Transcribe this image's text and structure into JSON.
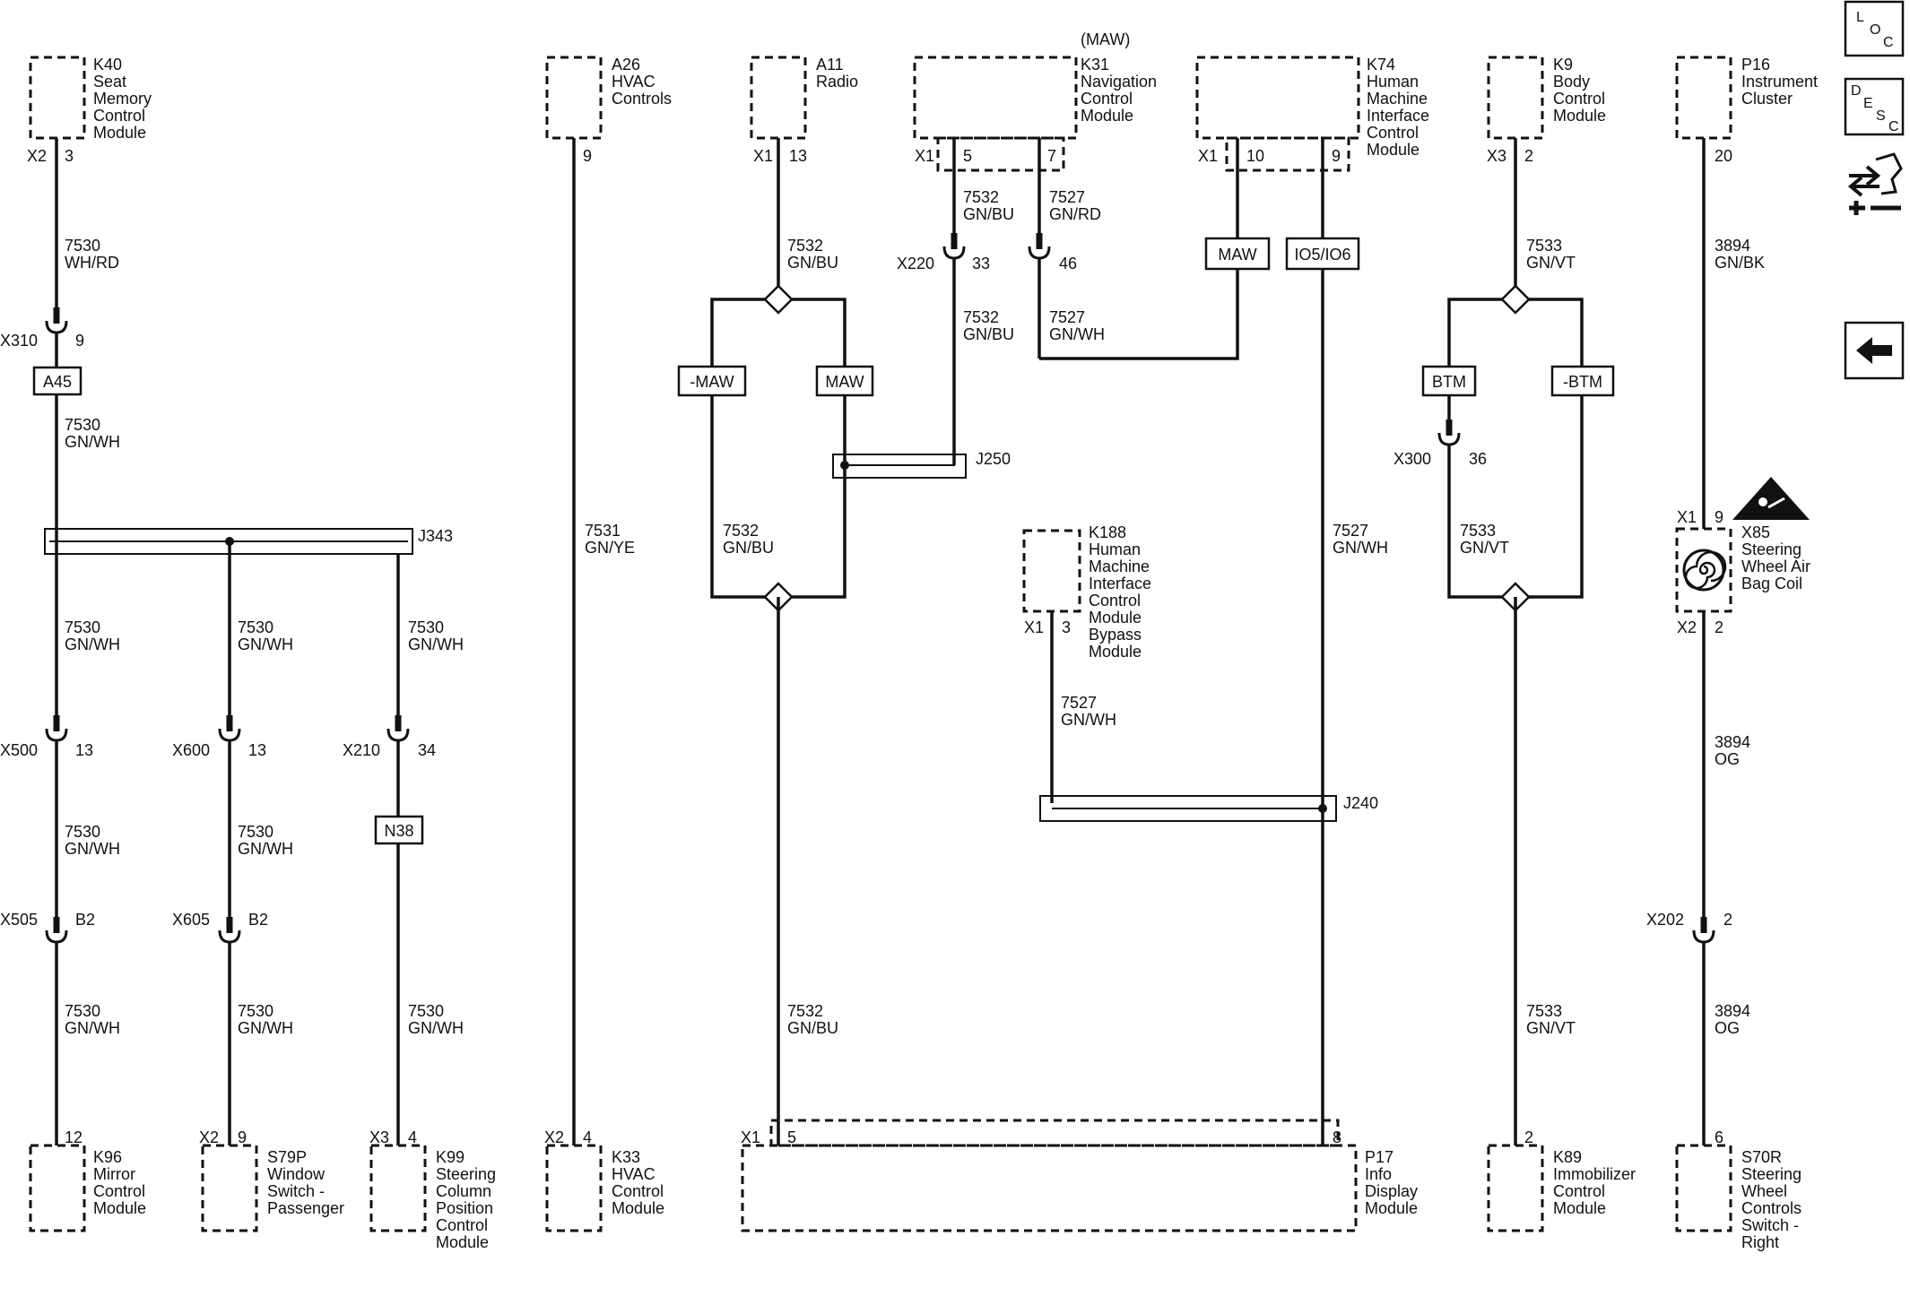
{
  "modules": {
    "k40": {
      "id": "K40",
      "lines": [
        "Seat",
        "Memory",
        "Control",
        "Module"
      ],
      "conn": "X2",
      "pin": "3"
    },
    "a26": {
      "id": "A26",
      "lines": [
        "HVAC",
        "Controls"
      ],
      "pin": "9"
    },
    "a11": {
      "id": "A11",
      "lines": [
        "Radio"
      ],
      "conn": "X1",
      "pin": "13"
    },
    "k31": {
      "id": "K31",
      "tag": "(MAW)",
      "lines": [
        "Navigation",
        "Control",
        "Module"
      ],
      "conn": "X1",
      "pin_a": "5",
      "pin_b": "7"
    },
    "k74": {
      "id": "K74",
      "lines": [
        "Human",
        "Machine",
        "Interface",
        "Control",
        "Module"
      ],
      "conn": "X1",
      "pin_a": "10",
      "pin_b": "9"
    },
    "k9": {
      "id": "K9",
      "lines": [
        "Body",
        "Control",
        "Module"
      ],
      "conn": "X3",
      "pin": "2"
    },
    "p16": {
      "id": "P16",
      "lines": [
        "Instrument",
        "Cluster"
      ],
      "pin": "20"
    },
    "k188": {
      "id": "K188",
      "lines": [
        "Human",
        "Machine",
        "Interface",
        "Control",
        "Module",
        "Bypass",
        "Module"
      ],
      "conn": "X1",
      "pin": "3"
    },
    "x85": {
      "id": "X85",
      "lines": [
        "Steering",
        "Wheel Air",
        "Bag Coil"
      ],
      "conn_top": "X1",
      "pin_top": "9",
      "conn_bot": "X2",
      "pin_bot": "2"
    },
    "k96": {
      "id": "K96",
      "lines": [
        "Mirror",
        "Control",
        "Module"
      ],
      "pin": "12"
    },
    "s79p": {
      "id": "S79P",
      "lines": [
        "Window",
        "Switch -",
        "Passenger"
      ],
      "conn": "X2",
      "pin": "9"
    },
    "k99": {
      "id": "K99",
      "lines": [
        "Steering",
        "Column",
        "Position",
        "Control",
        "Module"
      ],
      "conn": "X3",
      "pin": "4"
    },
    "k33": {
      "id": "K33",
      "lines": [
        "HVAC",
        "Control",
        "Module"
      ],
      "conn": "X2",
      "pin": "4"
    },
    "p17": {
      "id": "P17",
      "lines": [
        "Info",
        "Display",
        "Module"
      ],
      "conn": "X1",
      "pin_a": "5",
      "pin_b": "8"
    },
    "k89": {
      "id": "K89",
      "lines": [
        "Immobilizer",
        "Control",
        "Module"
      ],
      "pin": "2"
    },
    "s70r": {
      "id": "S70R",
      "lines": [
        "Steering",
        "Wheel",
        "Controls",
        "Switch -",
        "Right"
      ],
      "pin": "6"
    }
  },
  "connectors": {
    "x310": {
      "name": "X310",
      "pin": "9"
    },
    "x500": {
      "name": "X500",
      "pin": "13"
    },
    "x600": {
      "name": "X600",
      "pin": "13"
    },
    "x210": {
      "name": "X210",
      "pin": "34"
    },
    "x505": {
      "name": "X505",
      "pin": "B2"
    },
    "x605": {
      "name": "X605",
      "pin": "B2"
    },
    "x220": {
      "name": "X220",
      "pin_a": "33",
      "pin_b": "46"
    },
    "x300": {
      "name": "X300",
      "pin": "36"
    },
    "x202": {
      "name": "X202",
      "pin": "2"
    }
  },
  "splices": {
    "j343": "J343",
    "j250": "J250",
    "j240": "J240"
  },
  "option_boxes": {
    "a45": "A45",
    "n38": "N38",
    "maw_neg": "-MAW",
    "maw": "MAW",
    "maw2": "MAW",
    "io5": "IO5/IO6",
    "btm": "BTM",
    "btm_neg": "-BTM"
  },
  "wires": {
    "w_k40": {
      "num": "7530",
      "color": "WH/RD"
    },
    "w_x310": {
      "num": "7530",
      "color": "GN/WH"
    },
    "w_j343_a": {
      "num": "7530",
      "color": "GN/WH"
    },
    "w_j343_b": {
      "num": "7530",
      "color": "GN/WH"
    },
    "w_j343_c": {
      "num": "7530",
      "color": "GN/WH"
    },
    "w_x500": {
      "num": "7530",
      "color": "GN/WH"
    },
    "w_x600": {
      "num": "7530",
      "color": "GN/WH"
    },
    "w_x505": {
      "num": "7530",
      "color": "GN/WH"
    },
    "w_x605": {
      "num": "7530",
      "color": "GN/WH"
    },
    "w_k99": {
      "num": "7530",
      "color": "GN/WH"
    },
    "w_a26": {
      "num": "7531",
      "color": "GN/YE"
    },
    "w_a11": {
      "num": "7532",
      "color": "GN/BU"
    },
    "w_k31a": {
      "num": "7532",
      "color": "GN/BU"
    },
    "w_k31b": {
      "num": "7527",
      "color": "GN/RD"
    },
    "w_x220a": {
      "num": "7532",
      "color": "GN/BU"
    },
    "w_x220b": {
      "num": "7527",
      "color": "GN/WH"
    },
    "w_maw_loop": {
      "num": "7532",
      "color": "GN/BU"
    },
    "w_p17a": {
      "num": "7532",
      "color": "GN/BU"
    },
    "w_k188": {
      "num": "7527",
      "color": "GN/WH"
    },
    "w_k74": {
      "num": "7527",
      "color": "GN/WH"
    },
    "w_k9": {
      "num": "7533",
      "color": "GN/VT"
    },
    "w_btm_loop": {
      "num": "7533",
      "color": "GN/VT"
    },
    "w_k89": {
      "num": "7533",
      "color": "GN/VT"
    },
    "w_p16": {
      "num": "3894",
      "color": "GN/BK"
    },
    "w_x85": {
      "num": "3894",
      "color": "OG"
    },
    "w_s70r": {
      "num": "3894",
      "color": "OG"
    }
  },
  "sidebar": {
    "loc": {
      "l": "L",
      "o": "O",
      "c": "C"
    },
    "desc": {
      "d": "D",
      "e": "E",
      "s": "S",
      "c": "C"
    },
    "icons": [
      "connector-end-view-icon",
      "back-arrow-icon"
    ]
  }
}
